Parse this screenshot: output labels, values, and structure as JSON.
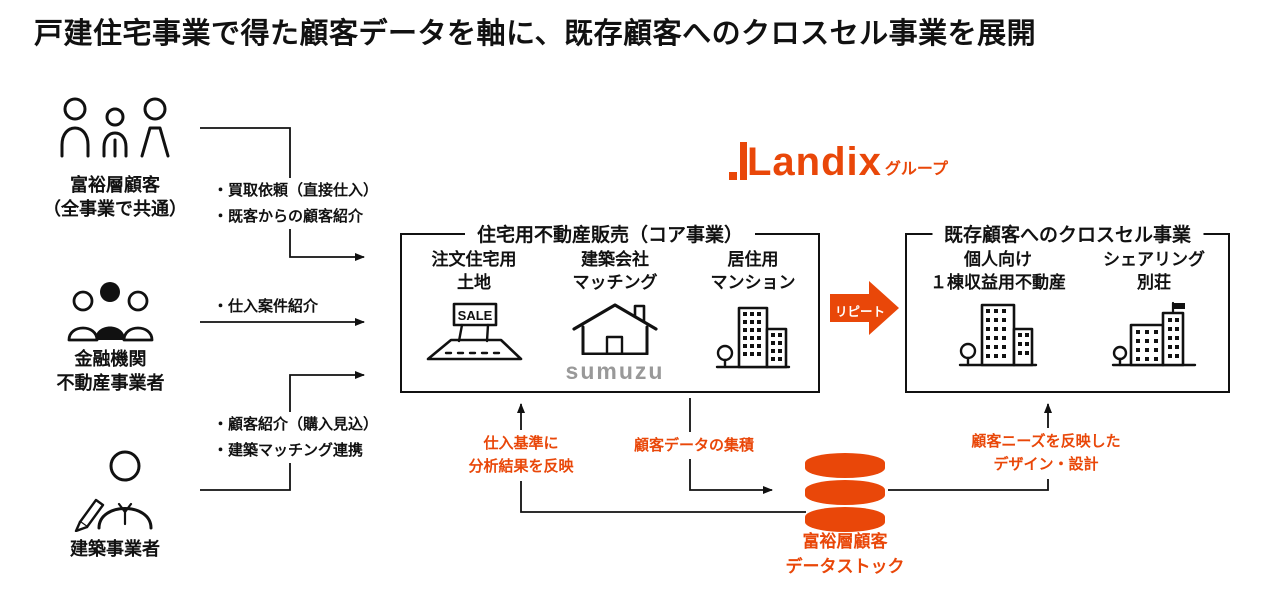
{
  "colors": {
    "accent": "#E94709",
    "ink": "#111111",
    "brand_gray": "#999999"
  },
  "title": "戸建住宅事業で得た顧客データを軸に、既存顧客へのクロスセル事業を展開",
  "logo": {
    "name": "Landix",
    "suffix": "グループ"
  },
  "actors": {
    "wealthy": {
      "line1": "富裕層顧客",
      "line2": "（全事業で共通）"
    },
    "finance": {
      "line1": "金融機関",
      "line2": "不動産事業者"
    },
    "builder": {
      "line1": "建築事業者"
    }
  },
  "edges": {
    "wealthy": {
      "line1": "・買取依頼（直接仕入）",
      "line2": "・既客からの顧客紹介"
    },
    "finance": {
      "line1": "・仕入案件紹介"
    },
    "builder": {
      "line1": "・顧客紹介（購入見込）",
      "line2": "・建築マッチング連携"
    }
  },
  "core": {
    "title": "住宅用不動産販売（コア事業）",
    "item1": {
      "line1": "注文住宅用",
      "line2": "土地",
      "sign": "SALE"
    },
    "item2": {
      "line1": "建築会社",
      "line2": "マッチング",
      "brand": "sumuzu"
    },
    "item3": {
      "line1": "居住用",
      "line2": "マンション"
    }
  },
  "repeat_label": "リピート",
  "cross": {
    "title": "既存顧客へのクロスセル事業",
    "item1": {
      "line1": "個人向け",
      "line2": "１棟収益用不動産"
    },
    "item2": {
      "line1": "シェアリング",
      "line2": "別荘"
    }
  },
  "notes": {
    "feedback": {
      "line1": "仕入基準に",
      "line2": "分析結果を反映"
    },
    "collect": {
      "line1": "顧客データの集積"
    },
    "needs": {
      "line1": "顧客ニーズを反映した",
      "line2": "デザイン・設計"
    }
  },
  "datastore": {
    "line1": "富裕層顧客",
    "line2": "データストック"
  }
}
